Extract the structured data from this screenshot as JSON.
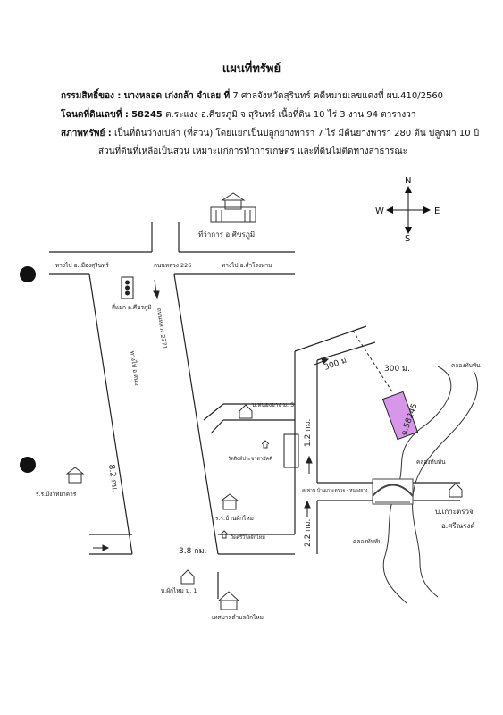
{
  "title": "แผนที่ทรัพย์",
  "owner_label": "กรรมสิทธิ์ของ :",
  "owner_value": "นางหลอด เก่งกล้า จำเลย ที่",
  "owner_rest": "7 ศาลจังหวัดสุรินทร์ คดีหมายเลขแดงที่ ผบ.410/2560",
  "deed_label": "โฉนดที่ดินเลขที่ :",
  "deed_value": "58245",
  "deed_rest": "ต.ระแงง อ.ศีขรภูมิ จ.สุรินทร์ เนื้อที่ดิน 10 ไร่ 3 งาน 94 ตารางวา",
  "cond_label": "สภาพทรัพย์ :",
  "cond_rest": "เป็นที่ดินว่างเปล่า (ที่สวน) โดยแยกเป็นปลูกยางพารา 7 ไร่ มีต้นยางพารา 280 ต้น ปลูกมา 10 ปี",
  "cond_line2": "ส่วนที่ดินที่เหลือเป็นสวน เหมาะแก่การทำการเกษตร และที่ดินไม่ติดทางสาธารณะ",
  "compass": {
    "n": "N",
    "s": "S",
    "e": "E",
    "w": "W"
  },
  "map": {
    "district_office": "ที่ว่าการ อ.ศีขรภูมิ",
    "to_mueang": "ทางไป อ.เมืองสุรินทร์",
    "highway_226": "ถนนหลวง 226",
    "to_samrong": "ทางไป อ.สำโรงทาบ",
    "traffic_light": "สี่แยก อ.ศีขรภูมิ",
    "highway_2371": "ถนนหลวง 2371",
    "to_sanom": "ทางไป อ.สนม",
    "dist_82": "8.2 กม.",
    "school_bueng": "ร.ร.บึงวิทยาคาร",
    "village_nongyang": "บ.หนองยาง ม. 5",
    "temple_1": "วัดสิงห์ประชาสามัคคี",
    "dist_12": "1.2 กม.",
    "dist_300a": "300 ม.",
    "dist_300b": "300 ม.",
    "parcel": "ฉ.58245",
    "canal_1": "คลองทับทัน",
    "canal_2": "คลองทับทัน",
    "canal_3": "คลองทับทัน",
    "bridge": "สะพาน บ้านเกาะตรวจ - หนองยาง",
    "school_phakhai": "ร.ร.บ้านผักไหม",
    "temple_2": "วัดศรีวิไลผักไหม",
    "dist_22": "2.2 กม.",
    "dist_38": "3.8 กม.",
    "village_kotruat": "บ.เกาะตรวจ",
    "amphoe_srinarong": "อ.ศรีณรงค์",
    "village_phakhai": "บ.ผักไหม ม. 1",
    "municipality": "เทศบาลตำบลผักไหม"
  }
}
